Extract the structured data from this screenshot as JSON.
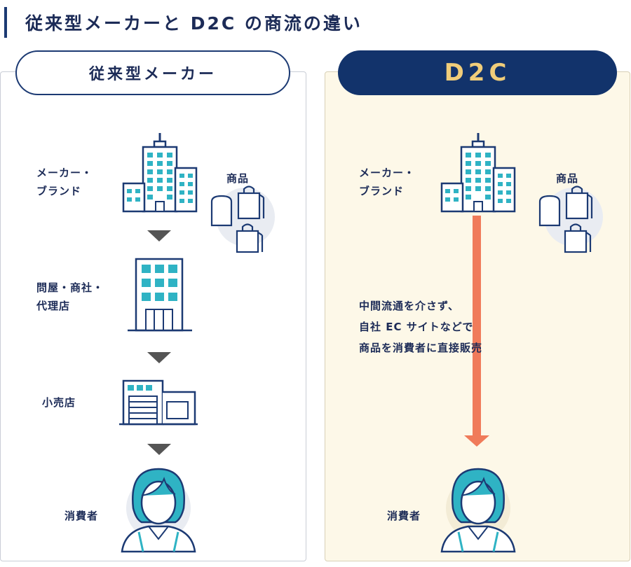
{
  "title": "従来型メーカーと D2C の商流の違い",
  "left": {
    "header": "従来型メーカー",
    "steps": [
      {
        "label_line1": "メーカー・",
        "label_line2": "ブランド"
      },
      {
        "label_line1": "問屋・商社・",
        "label_line2": "代理店"
      },
      {
        "label_line1": "小売店"
      },
      {
        "label_line1": "消費者"
      }
    ],
    "product_label": "商品"
  },
  "right": {
    "header": "D2C",
    "maker_line1": "メーカー・",
    "maker_line2": "ブランド",
    "product_label": "商品",
    "description": [
      "中間流通を介さず、",
      "自社 EC サイトなどで",
      "商品を消費者に直接販売"
    ],
    "consumer_label": "消費者"
  },
  "colors": {
    "navy": "#1c3a73",
    "teal": "#2fb3c4",
    "accent_arrow": "#f07b5a",
    "d2c_text": "#f0cd7a",
    "right_bg": "#fdf8e8"
  }
}
